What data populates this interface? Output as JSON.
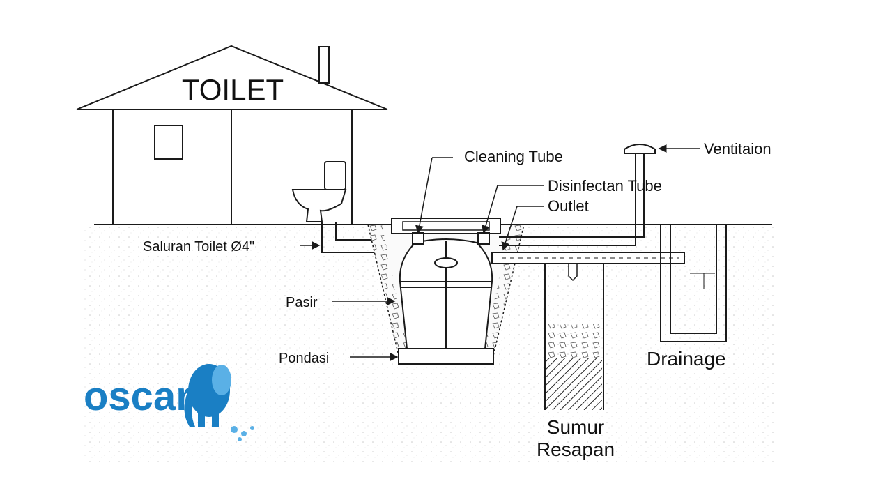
{
  "labels": {
    "toilet": "TOILET",
    "cleaning_tube": "Cleaning Tube",
    "disinfectant_tube": "Disinfectan Tube",
    "outlet": "Outlet",
    "ventilation": "Ventitaion",
    "saluran": "Saluran Toilet Ø4\"",
    "pasir": "Pasir",
    "pondasi": "Pondasi",
    "drainage": "Drainage",
    "sumur_line1": "Sumur",
    "sumur_line2": "Resapan"
  },
  "logo": {
    "text": "oscar",
    "color": "#1a7fc4"
  },
  "colors": {
    "line": "#1a1a1a",
    "ground": "#f4f4f4",
    "tank": "#ffffff"
  }
}
